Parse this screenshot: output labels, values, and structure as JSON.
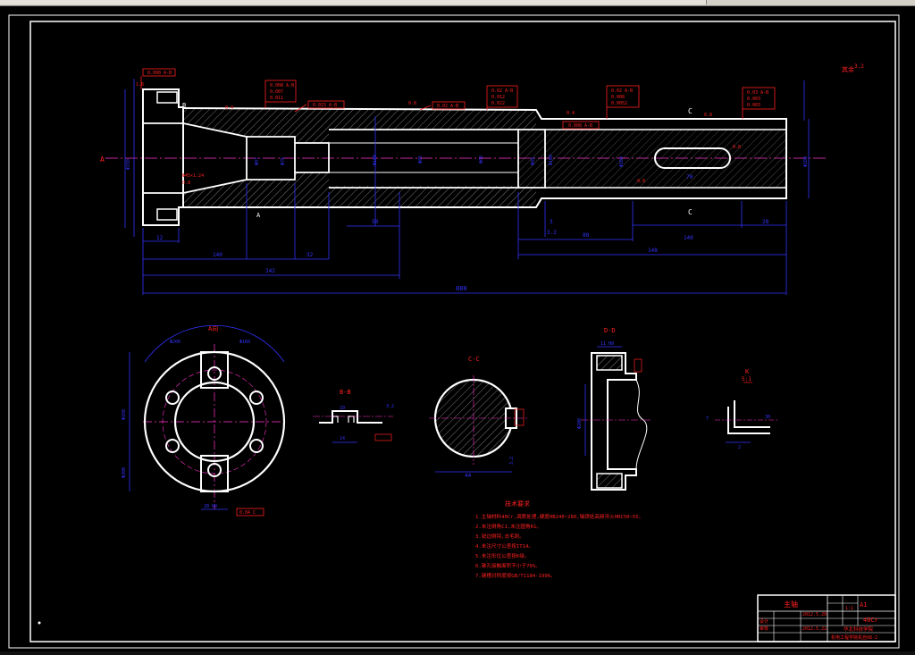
{
  "drawing": {
    "colors": {
      "outline": "#ffffff",
      "dimension": "#3333ff",
      "annotation": "#ff2020",
      "centerline": "#ff33cc",
      "hatch": "#666666",
      "frame": "#ffffff"
    },
    "roughness_corner": "3.2",
    "main_view": {
      "overall_length": "880",
      "dims_bottom": [
        "12",
        "140",
        "32",
        "242"
      ],
      "dims_right": [
        "88",
        "148",
        "140",
        "28"
      ],
      "dims_lower": [
        "50",
        "3",
        "3.2"
      ],
      "label_a": "A",
      "section_b": "B",
      "section_c": "C",
      "keyway_len": "70",
      "callouts": [
        "0.008 A-B",
        "0.015 A-B",
        "0.02 A-B",
        "0.008 A-B",
        "0.02 A-B",
        "0.03 A-B"
      ]
    },
    "view_a": {
      "title": "A向",
      "labels": [
        "Φ200",
        "Φ160"
      ]
    },
    "view_b": {
      "title": "B-B",
      "labels": [
        "10",
        "14",
        "3.2"
      ]
    },
    "view_c": {
      "title": "C-C",
      "labels": [
        "44",
        "3.2"
      ]
    },
    "view_d": {
      "title": "D-D",
      "labels": [
        "Φ200"
      ]
    },
    "view_k": {
      "title": "K",
      "scale": "5:1",
      "labels": [
        "7",
        "2",
        "30"
      ]
    },
    "tech_requirements": {
      "title": "技术要求",
      "items": [
        "1.主轴材料40Cr,调质处理,硬度HB240~280,轴颈处高频淬火HRC50~55。",
        "2.未注倒角C1,未注圆角R1。",
        "3.锐边倒钝,去毛刺。",
        "4.未注尺寸公差按IT14。",
        "5.未注形位公差按K级。",
        "6.锥孔接触面积不小于70%。",
        "7.键槽对称度按GB/T1184-1996。"
      ]
    },
    "title_block": {
      "part_name": "主轴",
      "sheet_size": "A1",
      "material": "40Cr",
      "scale": "1:1",
      "designer_label": "设计",
      "checker_label": "审核",
      "date1": "2012.5.20",
      "date2": "2012.5.22",
      "school": "华北科技学院",
      "project": "机电工程学院机自08-2"
    }
  }
}
